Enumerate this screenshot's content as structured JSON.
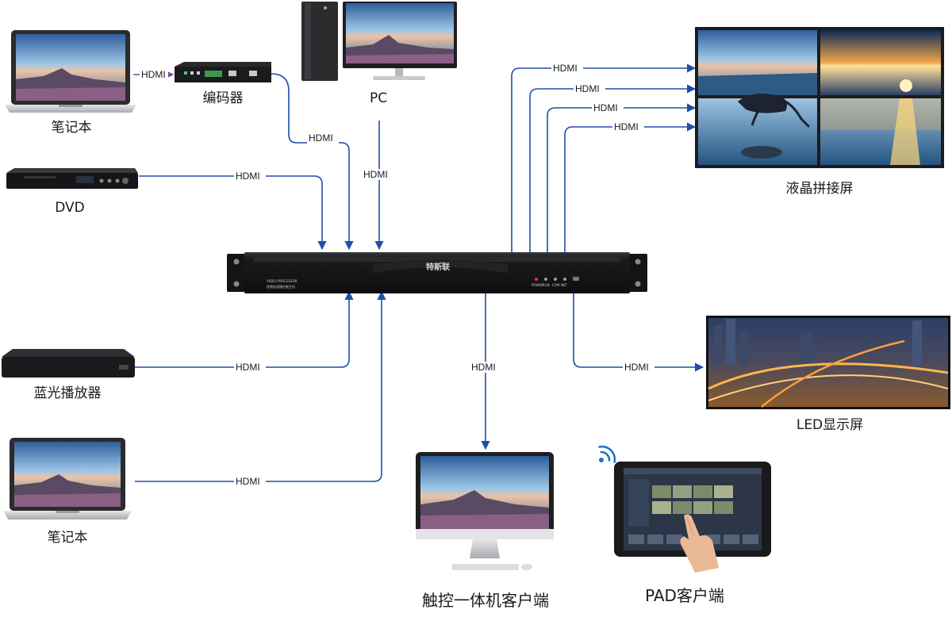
{
  "labels": {
    "laptop_top": "笔记本",
    "encoder": "编码器",
    "pc": "PC",
    "dvd": "DVD",
    "bluray": "蓝光播放器",
    "laptop_bottom": "笔记本",
    "lcd_wall": "液晶拼接屏",
    "led": "LED显示屏",
    "touch_client": "触控一体机客户端",
    "pad_client": "PAD客户端"
  },
  "connection_label": "HDMI",
  "processor": {
    "logo": "特斯联",
    "model_text": "VIDEO PROCESSOR",
    "sub_text": "视频处理器控制主机",
    "indicators": [
      "POWER",
      "RUN",
      "COM",
      "NET"
    ]
  },
  "colors": {
    "wire": "#1f4fa8",
    "wire_encoder": "#7a3fa0",
    "processor_body": "#1c1c1e"
  },
  "icons": {
    "wifi": "wifi-icon",
    "hand": "touch-hand-icon"
  }
}
